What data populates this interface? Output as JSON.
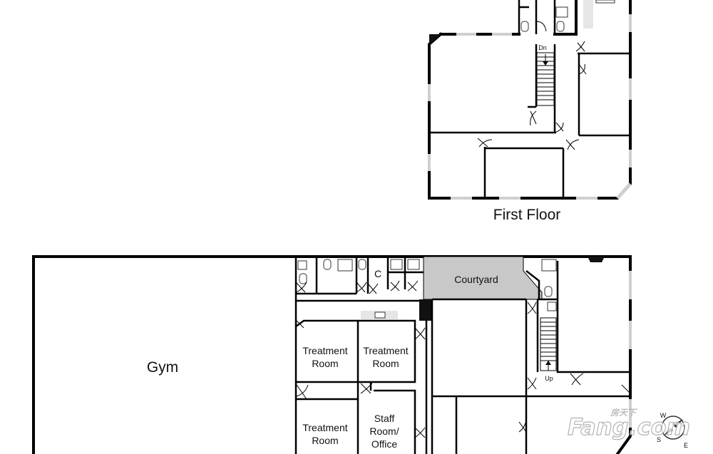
{
  "floors": {
    "first_floor": {
      "title": "First Floor",
      "stair_label": "Dn"
    },
    "ground_floor": {
      "rooms": {
        "gym": "Gym",
        "courtyard": "Courtyard",
        "closet": "C",
        "treatment_1": [
          "Treatment",
          "Room"
        ],
        "treatment_2": [
          "Treatment",
          "Room"
        ],
        "treatment_3": [
          "Treatment",
          "Room"
        ],
        "staff": [
          "Staff",
          "Room/",
          "Office"
        ]
      },
      "stair_label": "Up"
    }
  },
  "compass": {
    "letters": [
      "W",
      "S",
      "E"
    ]
  },
  "watermark": {
    "text": "Fang.com",
    "cn": "房天下"
  },
  "colors": {
    "courtyard_fill": "#c8c8c8",
    "wall": "#000000",
    "window": "#cfcfcf",
    "column": "#111111"
  }
}
